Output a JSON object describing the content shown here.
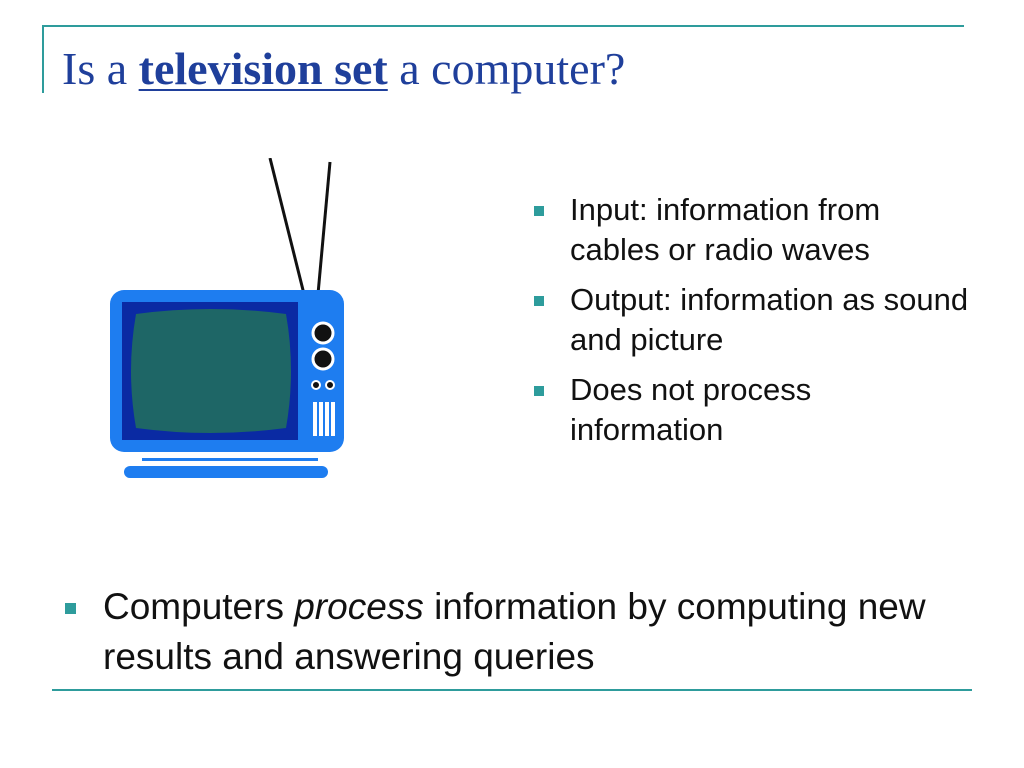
{
  "slide": {
    "title_prefix": "Is a ",
    "title_emphasis": "television set",
    "title_suffix": " a computer?",
    "right_bullets": [
      "Input: information from cables or radio waves",
      "Output: information as sound and picture",
      "Does not process information"
    ],
    "bottom_bullet": {
      "before": "Computers ",
      "emphasis": "process",
      "after": " information by computing new results and answering queries"
    }
  },
  "colors": {
    "title": "#1f3f9b",
    "accent": "#2e9c9c",
    "tv_body": "#1e7df0",
    "tv_screen_frame": "#0a2aa3",
    "tv_screen": "#1e6666"
  },
  "icons": {
    "illustration": "television-icon"
  }
}
